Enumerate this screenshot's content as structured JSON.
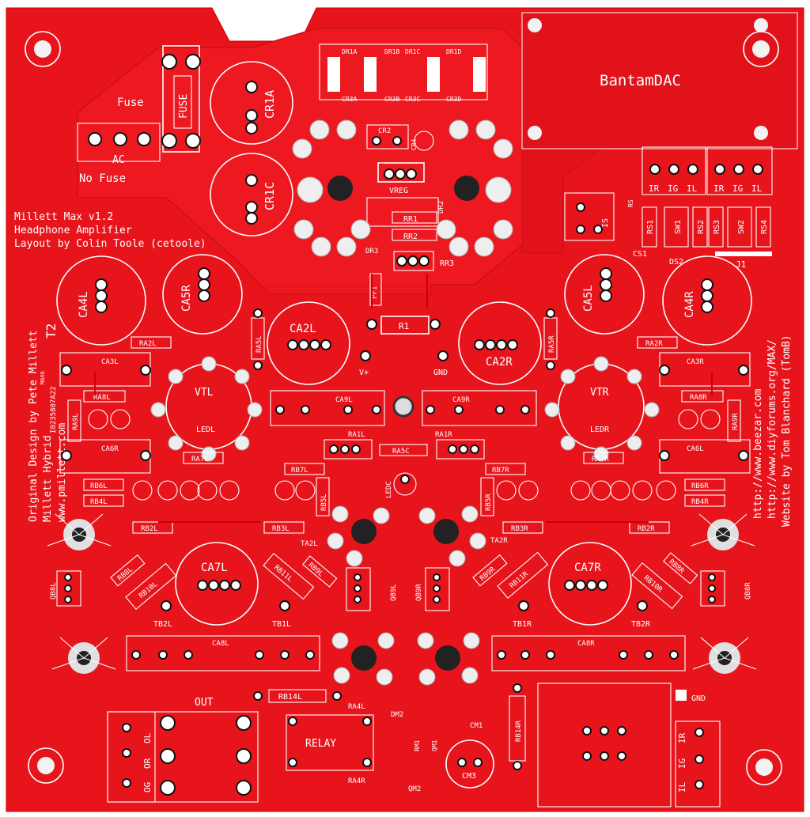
{
  "board": {
    "colors": {
      "soldermask": "#e8141c",
      "silkscreen": "#ffffff",
      "pad": "#f0f0f0",
      "copper_hole": "#111111",
      "background": "#ffffff"
    },
    "title_lines": [
      "Millett Max v1.2",
      "Headphone Amplifier",
      "Layout by Colin Toole (cetoole)"
    ],
    "left_credits": [
      "Original Design by Pete Millett",
      "Millett Hybrid",
      "www.pmillett.com"
    ],
    "right_credits": [
      "http://www.beezar.com",
      "http://www.diyforums.org/MAX/",
      "Website by Tom Blanchard (TomB)"
    ],
    "bantam_label": "BantamDAC",
    "t2_label": "T2",
    "date_code": "I0235807A22",
    "small_code": "MAX6"
  },
  "labels": {
    "fuse": "Fuse",
    "fuse_box": "FUSE",
    "ac": "AC",
    "no_fuse": "No Fuse",
    "cr1a": "CR1A",
    "cr1c": "CR1C",
    "cr2": "CR2",
    "cr4": "CR4",
    "vreg": "VREG",
    "dr2": "DR2",
    "dr3": "DR3",
    "rr1": "RR1",
    "rr2": "RR2",
    "rr3": "RR3",
    "dr1a": "DR1A",
    "dr1b": "DR1B",
    "dr1c": "DR1C",
    "dr1d": "DR1D",
    "cr3a": "CR3A",
    "cr3b": "CR3B",
    "cr3c": "CR3C",
    "cr3d": "CR3D",
    "ir": "IR",
    "ig": "IG",
    "il": "IL",
    "is": "IS",
    "rs": "RS",
    "rs1": "RS1",
    "rs2": "RS2",
    "rs3": "RS3",
    "rs4": "RS4",
    "sw1": "SW1",
    "sw2": "SW2",
    "cs1": "CS1",
    "ds2": "DS2",
    "j1": "J1",
    "ca4l": "CA4L",
    "ca5r": "CA5R",
    "ca5l": "CA5L",
    "ca4r": "CA4R",
    "ca2l": "CA2L",
    "ca2r": "CA2R",
    "pf1": "PF1",
    "r1": "R1",
    "ra5l": "RA5L",
    "ra5r": "RA5R",
    "ra2l": "RA2L",
    "ra2r": "RA2R",
    "ca3l": "CA3L",
    "ca3r": "CA3R",
    "vplus": "V+",
    "gnd": "GND",
    "vtl": "VTL",
    "vtr": "VTR",
    "ledl": "LEDL",
    "ledr": "LEDR",
    "ca9l": "CA9L",
    "ca9r": "CA9R",
    "ra8l": "RA8L",
    "ra8r": "RA8R",
    "ra9l": "RA9L",
    "ra9r": "RA9R",
    "ra1l": "RA1L",
    "ra1r": "RA1R",
    "ra5c": "RA5C",
    "ca6l_left": "CA6R",
    "ca6l_right": "CA6L",
    "ra7l": "RA7L",
    "ra7r": "RA7R",
    "rb6l": "RB6L",
    "rb4l": "RB4L",
    "rb6r": "RB6R",
    "rb4r": "RB4R",
    "rb7l": "RB7L",
    "rb7r": "RB7R",
    "rb5l": "RB5L",
    "rb5r": "RB5R",
    "rb2l": "RB2L",
    "rb2r": "RB2R",
    "rb3l": "RB3L",
    "rb3r": "RB3R",
    "ledc": "LEDC",
    "ta2l": "TA2L",
    "ta2r": "TA2R",
    "qb8l": "QB8L",
    "qb8r": "QB8R",
    "rb8l": "RB8L",
    "rb8r": "RB8R",
    "rb10l": "RB10L",
    "rb10r": "RB10R",
    "ca7l": "CA7L",
    "ca7r": "CA7R",
    "rb11l": "RB11L",
    "rb11r": "RB11R",
    "rb9l": "RB9L",
    "rb9r": "RB9R",
    "qb9l": "QB9L",
    "qb9r": "QB9R",
    "tb2l": "TB2L",
    "tb1l": "TB1L",
    "tb1r": "TB1R",
    "tb2r": "TB2R",
    "ca8l": "CA8L",
    "ca8r": "CA8R",
    "rb14l": "RB14L",
    "rb14r": "RB14R",
    "out": "OUT",
    "og": "OG",
    "or": "OR",
    "ol": "OL",
    "ra4l": "RA4L",
    "ra4r": "RA4R",
    "dm2": "DM2",
    "relay": "RELAY",
    "rm1": "RM1",
    "qm1": "QM1",
    "qm2": "QM2",
    "cm1": "CM1",
    "cm3": "CM3",
    "gnd2": "GND",
    "il2": "IL",
    "ig2": "IG",
    "ir2": "IR"
  }
}
